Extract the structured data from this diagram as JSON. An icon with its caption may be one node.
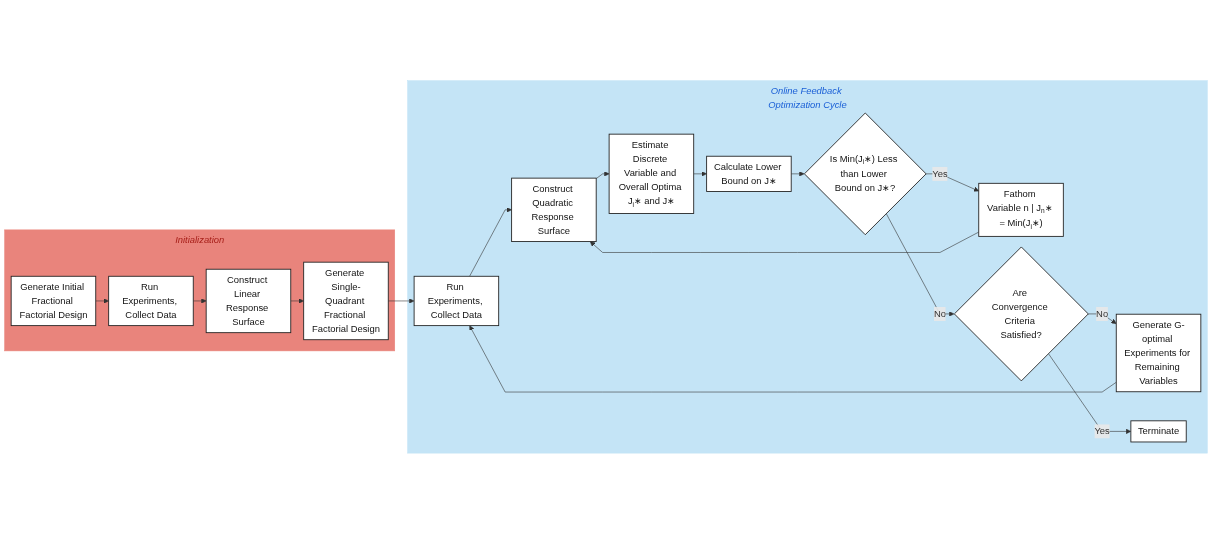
{
  "diagram": {
    "nodes": [
      {
        "text": [
          "Initialization"
        ]
      },
      {
        "text": [
          "Generate Initial Fractional Factorial Design"
        ],
        "in": 0
      },
      {
        "text": [
          "Run Experiments, Collect Data"
        ],
        "in": 0
      },
      {
        "text": [
          "Construct Linear Response Surface"
        ],
        "in": 0
      },
      {
        "text": [
          "Generate Single-Quadrant Fractional Factorial Design"
        ],
        "in": 0
      },
      {
        "text": [
          "Online Feedback Optimization Cycle"
        ]
      },
      {
        "text": [
          "Run Experiments, Collect Data"
        ],
        "in": 5
      },
      {
        "text": [
          "Construct Quadratic Response Surface"
        ],
        "in": 5
      },
      {
        "text": [
          "Estimate Discrete Variable and Overall Optima J$_{i}$∗ and J∗"
        ],
        "in": 5
      },
      {
        "text": [
          "Calculate Lower Bound on J∗"
        ],
        "in": 5
      },
      {
        "text": [
          "Is Min(J$_{i}$∗) Less than Lower Bound on J∗?"
        ],
        "in": 5
      },
      {
        "text": [
          "Fathom Variable n | J$_{n}$∗ = Min(J$_{i}$∗)"
        ],
        "in": 5
      },
      {
        "text": [
          "Are Convergence Criteria Satisfied?"
        ],
        "in": 5
      },
      {
        "text": [
          "Generate G-optimal Experiments for Remaining Variables"
        ],
        "in": 5
      },
      {
        "text": [
          "Terminate"
        ],
        "in": 5
      }
    ],
    "edges": [
      {
        "from": 1,
        "to": 2,
        "arrow": "to"
      },
      {
        "from": 2,
        "to": 3,
        "arrow": "to"
      },
      {
        "from": 3,
        "to": 4,
        "arrow": "to"
      },
      {
        "from": 4,
        "to": 6,
        "arrow": "to"
      },
      {
        "from": 6,
        "to": 7,
        "arrow": "to"
      },
      {
        "from": 7,
        "to": 8,
        "arrow": "to"
      },
      {
        "from": 8,
        "to": 9,
        "arrow": "to"
      },
      {
        "from": 9,
        "to": 10,
        "arrow": "to"
      },
      {
        "from": 10,
        "to": 11,
        "arrow": "to",
        "label": "Yes"
      },
      {
        "from": 11,
        "to": 7,
        "arrow": "to"
      },
      {
        "from": 10,
        "to": 12,
        "arrow": "to",
        "label": "No"
      },
      {
        "from": 12,
        "to": 13,
        "arrow": "to",
        "label": "No"
      },
      {
        "from": 13,
        "to": 6,
        "arrow": "to"
      },
      {
        "from": 12,
        "to": 14,
        "arrow": "to",
        "label": "Yes"
      }
    ]
  }
}
